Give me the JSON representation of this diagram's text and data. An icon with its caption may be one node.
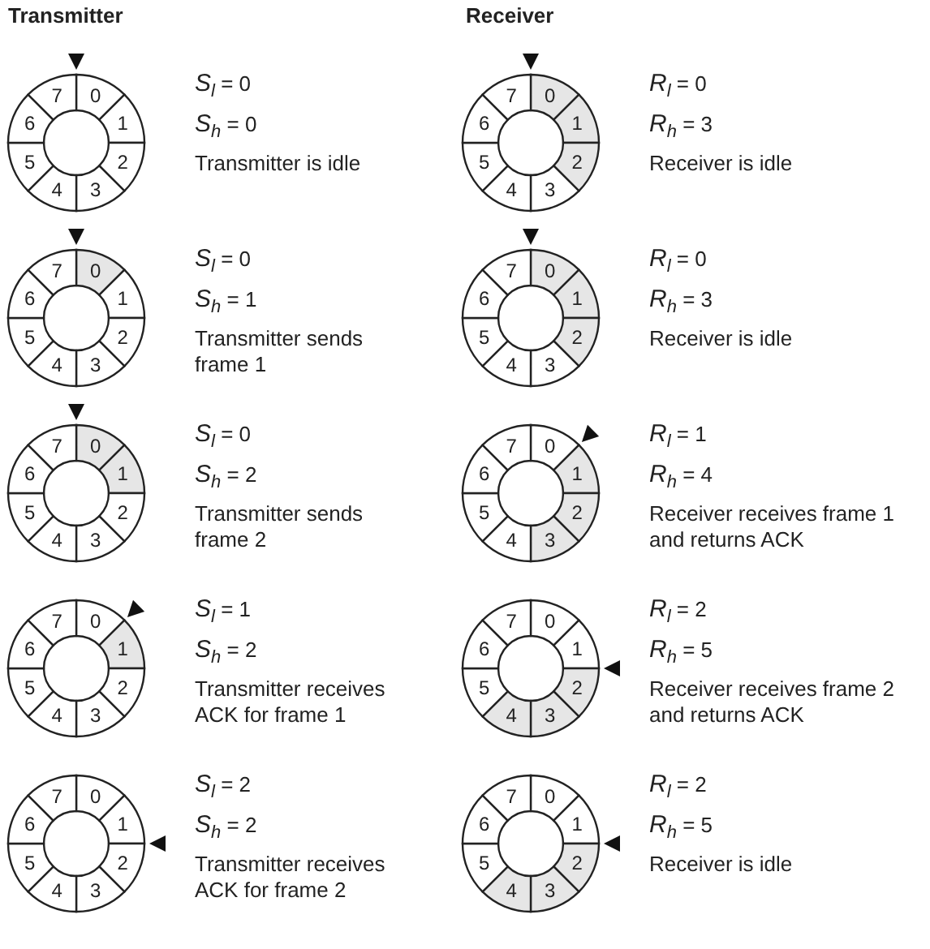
{
  "diagram": {
    "nodes": [
      {
        "text": [
          "0",
          "1",
          "2",
          "3",
          "4",
          "5",
          "6",
          "7"
        ],
        "beside": [
          "*S*$_{l}$ = 0",
          "*S*$_{h}$ = 0",
          "Transmitter is idle"
        ]
      },
      {
        "text": [
          "0",
          "1",
          "2",
          "3",
          "4",
          "5",
          "6",
          "7"
        ],
        "beside": [
          "*R*$_{l}$ = 0",
          "*R*$_{h}$ = 3",
          "Receiver is idle"
        ]
      },
      {
        "text": [
          "0",
          "1",
          "2",
          "3",
          "4",
          "5",
          "6",
          "7"
        ],
        "beside": [
          "*S*$_{l}$ = 0",
          "*S*$_{h}$ = 1",
          "Transmitter sends frame 1"
        ]
      },
      {
        "text": [
          "0",
          "1",
          "2",
          "3",
          "4",
          "5",
          "6",
          "7"
        ],
        "beside": [
          "*R*$_{l}$ = 0",
          "*R*$_{h}$ = 3",
          "Receiver is idle"
        ]
      },
      {
        "text": [
          "0",
          "1",
          "2",
          "3",
          "4",
          "5",
          "6",
          "7"
        ],
        "beside": [
          "*S*$_{l}$ = 0",
          "*S*$_{h}$ = 2",
          "Transmitter sends frame 2"
        ]
      },
      {
        "text": [
          "0",
          "1",
          "2",
          "3",
          "4",
          "5",
          "6",
          "7"
        ],
        "beside": [
          "*R*$_{l}$ = 1",
          "*R*$_{h}$ = 4",
          "Receiver receives frame 1 and returns ACK"
        ]
      },
      {
        "text": [
          "0",
          "1",
          "2",
          "3",
          "4",
          "5",
          "6",
          "7"
        ],
        "beside": [
          "*S*$_{l}$ = 1",
          "*S*$_{h}$ = 2",
          "Transmitter receives ACK for frame 1"
        ]
      },
      {
        "text": [
          "0",
          "1",
          "2",
          "3",
          "4",
          "5",
          "6",
          "7"
        ],
        "beside": [
          "*R*$_{l}$ = 2",
          "*R*$_{h}$ = 5",
          "Receiver receives frame 2 and returns ACK"
        ]
      },
      {
        "text": [
          "0",
          "1",
          "2",
          "3",
          "4",
          "5",
          "6",
          "7"
        ],
        "beside": [
          "*S*$_{l}$ = 2",
          "*S*$_{h}$ = 2",
          "Transmitter receives ACK for frame 2"
        ]
      },
      {
        "text": [
          "0",
          "1",
          "2",
          "3",
          "4",
          "5",
          "6",
          "7"
        ],
        "beside": [
          "*R*$_{l}$ = 2",
          "*R*$_{h}$ = 5",
          "Receiver is idle"
        ]
      }
    ],
    "labels": [
      "Transmitter",
      "Receiver"
    ]
  }
}
